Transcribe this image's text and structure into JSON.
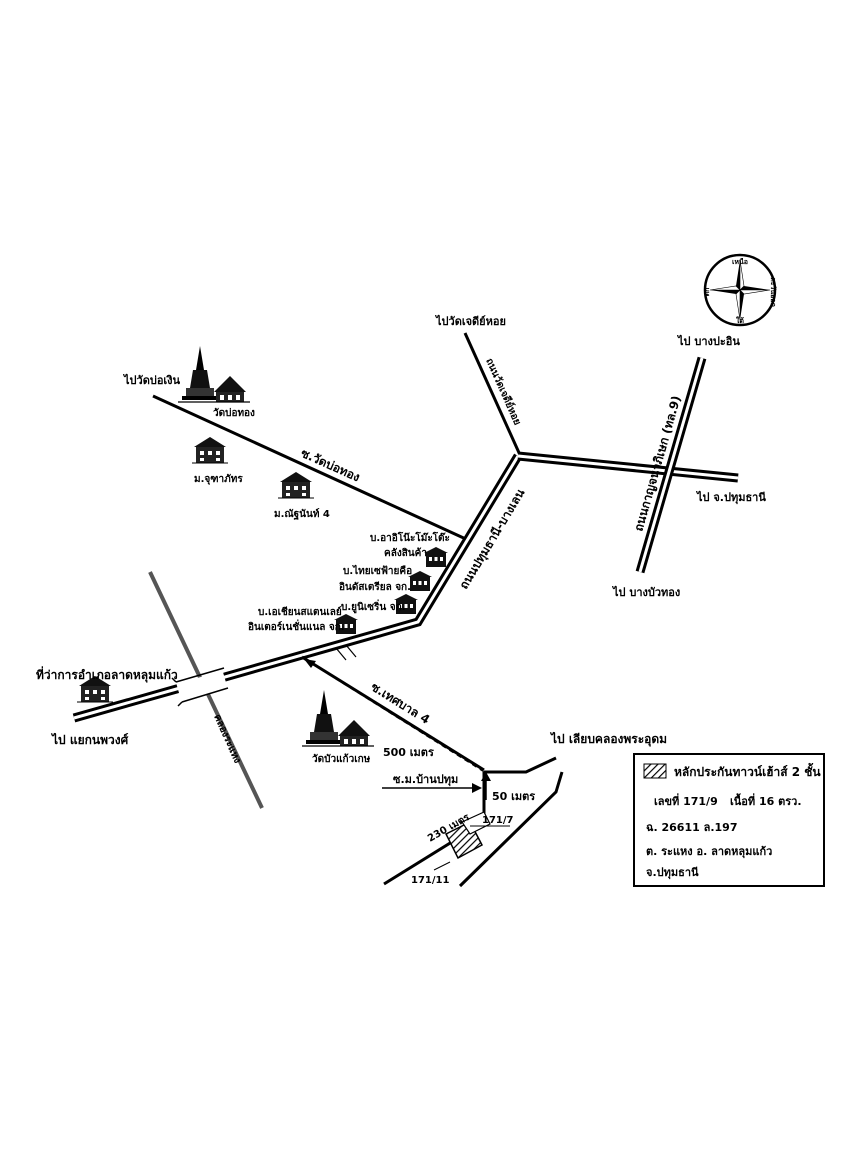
{
  "compass": {
    "north": "เหนือ",
    "south": "ใต้",
    "east": "ตะวันออก",
    "west": "ตก"
  },
  "destinations": {
    "wat_bo_ngoen": "ไปวัดบ่อเงิน",
    "wat_chedi_hoi": "ไปวัดเจดีย์หอย",
    "bang_pa_in": "ไป บางปะอิน",
    "pathum_thani": "ไป จ.ปทุมธานี",
    "bang_bua_thong": "ไป บางบัวทอง",
    "noppawong": "ไป แยกนพวงศ์",
    "khlong_phra_udom": "ไป เลียบคลองพระอุดม"
  },
  "roads": {
    "soi_wat_bo_thong": "ซ.วัดบ่อทอง",
    "wat_chedi_hoi_road": "ถนนวัดเจดีย์หอย",
    "pathum_bang_len": "ถนนปทุมธานี-บางเลน",
    "kanchanaphisek": "ถนนกาญจนาภิเษก (ทล.9)",
    "soi_thetsaban_4": "ซ.เทศบาล 4",
    "soi_ban_pathum": "ซ.ม.บ้านปทุม",
    "canal": "คลองระแหง"
  },
  "places": {
    "wat_bo_thong": "วัดบ่อทอง",
    "mu_chutaphat": "ม.จุฑาภัทร",
    "mu_chaiyanan": "ม.ณัฐนันท์ 4",
    "aichi": "บ.อาอิโน๊ะโม๊ะโต๊ะ",
    "aichi_line2": "คลังสินค้า",
    "thai_textile": "บ.ไทยเซฟ้ายคือ",
    "thai_textile_line2": "อินดัสเตรียล จก.",
    "unisewn": "บ.ยูนิเซริ่น จก.",
    "asian_sandlay": "บ.เอเชียนสแตนเลย์",
    "asian_sandlay_line2": "อินเตอร์เนชั่นแนล จก.",
    "amphoe_office": "ที่ว่าการอำเภอลาดหลุมแก้ว",
    "wat_bua_kaew": "วัดบัวแก้วเกษ"
  },
  "distances": {
    "d500": "500 เมตร",
    "d50": "50 เมตร",
    "d230": "230 เมตร"
  },
  "lots": {
    "lot_171_7": "171/7",
    "lot_171_11": "171/11"
  },
  "legend": {
    "title": "หลักประกันทาวน์เฮ้าส์ 2 ชั้น",
    "line1_a": "เลขที่ 171/9",
    "line1_b": "เนื้อที่ 16 ตรว.",
    "line2": "ฉ. 26611 ล.197",
    "line3": "ต. ระแหง อ. ลาดหลุมแก้ว",
    "line4": "จ.ปทุมธานี"
  },
  "colors": {
    "ink": "#000000",
    "paper": "#ffffff"
  }
}
